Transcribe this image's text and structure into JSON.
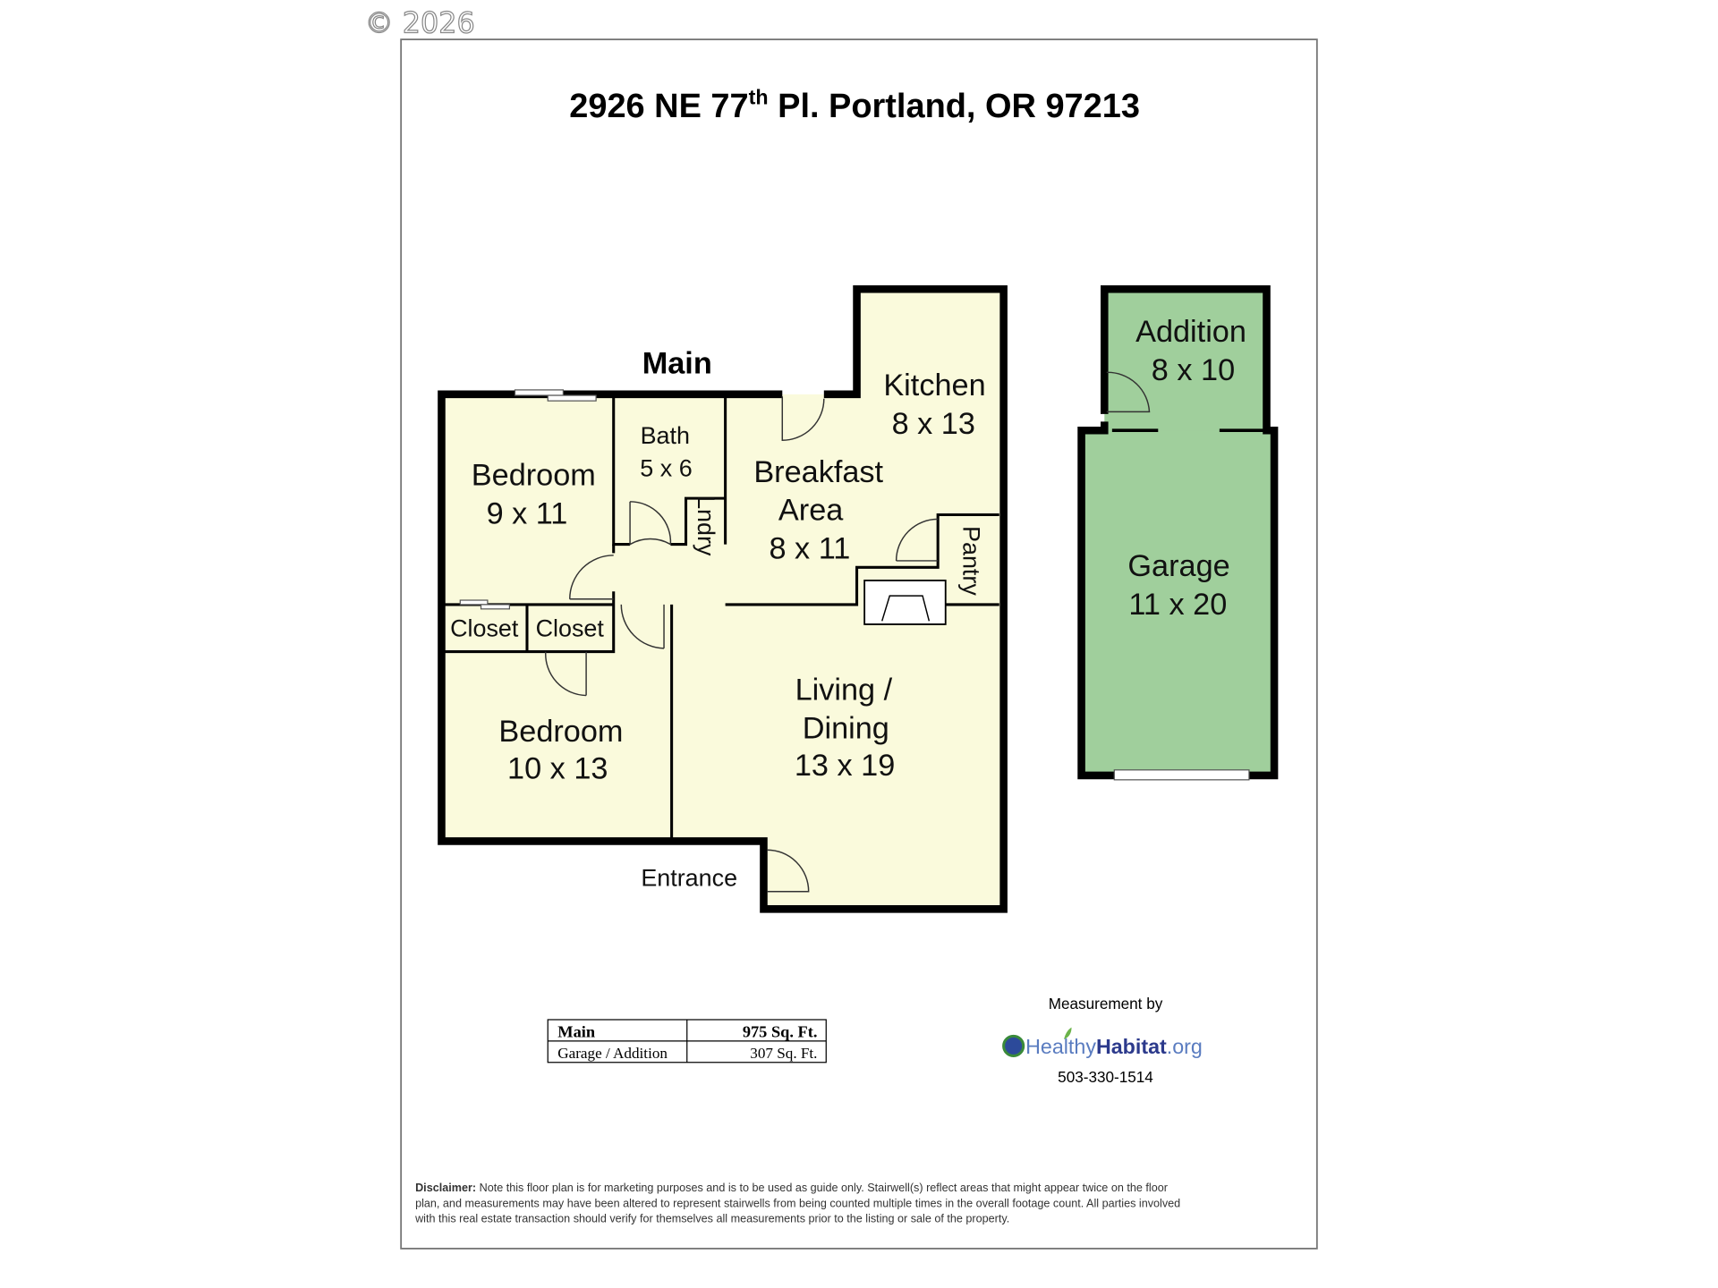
{
  "copyright": "© 2026",
  "title": {
    "prefix": "2926 NE 77",
    "sup": "th",
    "suffix": " Pl. Portland, OR 97213"
  },
  "floor_label": "Main",
  "rooms": {
    "bedroom1": {
      "name": "Bedroom",
      "size": "9 x 11"
    },
    "bath": {
      "name": "Bath",
      "size": "5 x 6"
    },
    "laundry": {
      "name": "Lndry"
    },
    "breakfast": {
      "name1": "Breakfast",
      "name2": "Area",
      "size": "8 x 11"
    },
    "kitchen": {
      "name": "Kitchen",
      "size": "8 x 13"
    },
    "pantry": {
      "name": "Pantry"
    },
    "closet1": {
      "name": "Closet"
    },
    "closet2": {
      "name": "Closet"
    },
    "bedroom2": {
      "name": "Bedroom",
      "size": "10 x 13"
    },
    "living": {
      "name1": "Living /",
      "name2": "Dining",
      "size": "13 x 19"
    },
    "entrance": {
      "name": "Entrance"
    },
    "addition": {
      "name": "Addition",
      "size": "8 x 10"
    },
    "garage": {
      "name": "Garage",
      "size": "11 x 20"
    }
  },
  "area_table": [
    {
      "label": "Main",
      "value": "975 Sq. Ft."
    },
    {
      "label": "Garage / Addition",
      "value": "307 Sq. Ft."
    }
  ],
  "measurement": {
    "by": "Measurement by",
    "logo_a": "Healthy",
    "logo_b": "Habitat",
    "logo_c": ".org",
    "phone": "503-330-1514"
  },
  "disclaimer": {
    "label": "Disclaimer:",
    "line1": " Note this floor plan is for marketing purposes and is to be used as guide only.  Stairwell(s) reflect areas that might appear twice on the floor",
    "line2": "plan, and measurements may have been altered to represent stairwells from being counted multiple times in the overall footage count.  All parties involved",
    "line3": "with this real estate transaction should verify for themselves all measurements prior to the listing or sale of the property."
  },
  "colors": {
    "main_fill": "#fafadc",
    "garage_fill": "#a0cf9c",
    "logo_blue": "#2c3a8c"
  }
}
